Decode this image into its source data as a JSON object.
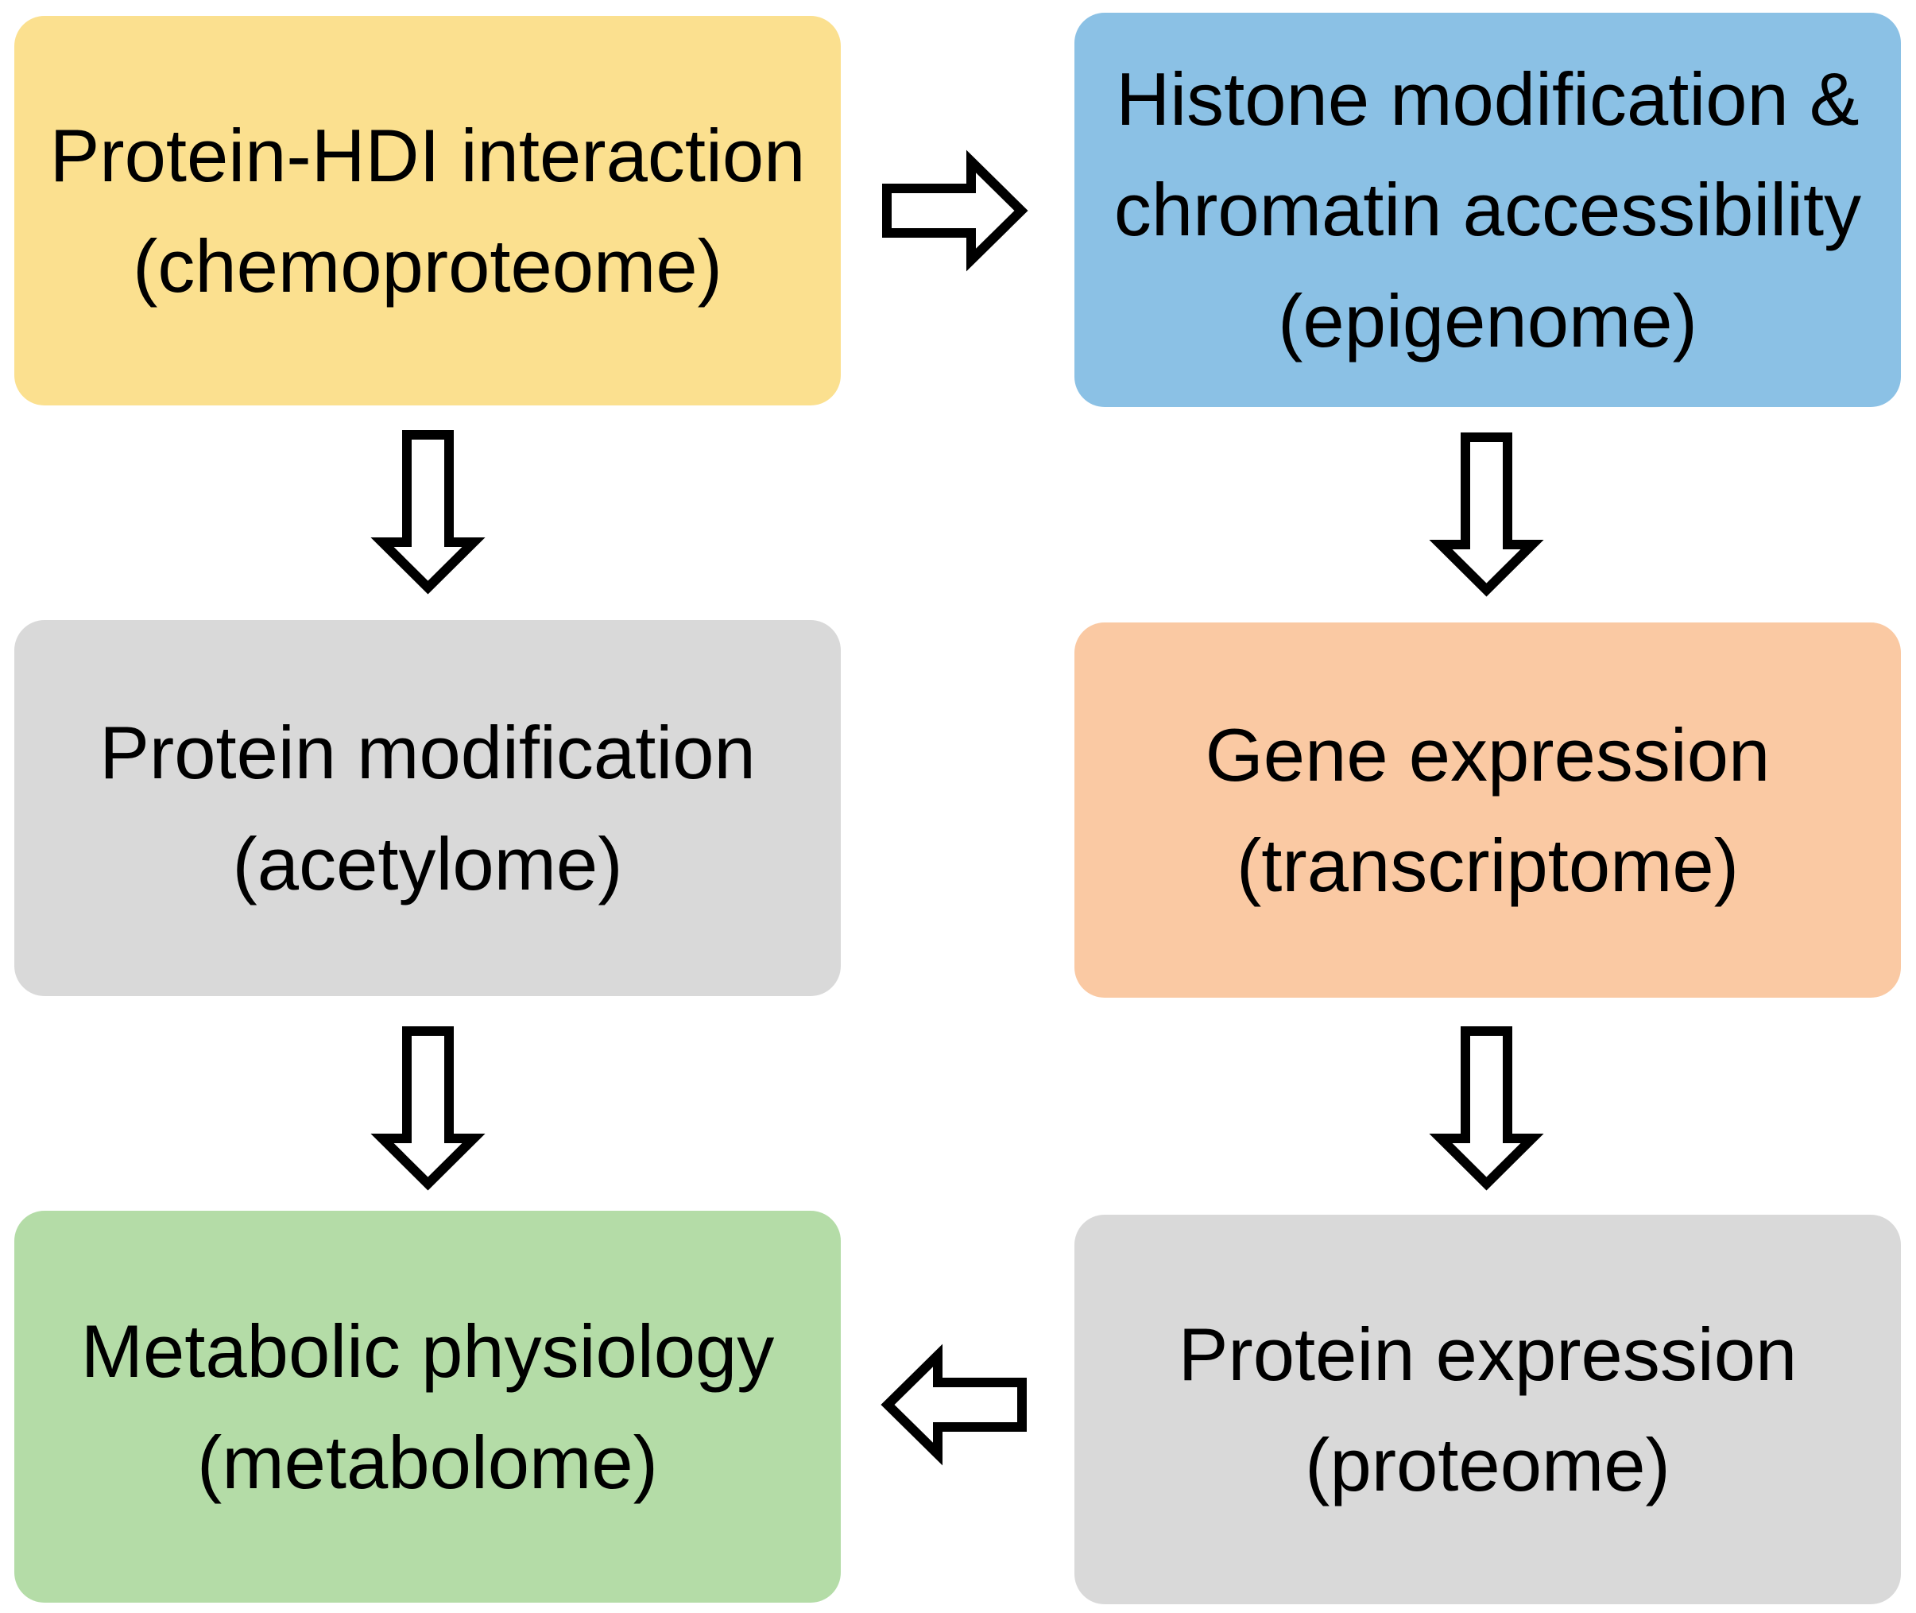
{
  "figure": {
    "type": "flow-diagram",
    "background_color": "#FFFFFF",
    "text_color": "#000000",
    "arrow_fill": "#FFFFFF",
    "arrow_stroke": "#000000"
  },
  "boxes": [
    {
      "id": "chemoproteome",
      "color": "#FBE08F",
      "lines": [
        "Protein-HDI interaction",
        "(chemoproteome)"
      ]
    },
    {
      "id": "epigenome",
      "color": "#8BC1E5",
      "lines": [
        "Histone modification &",
        "chromatin accessibility",
        "(epigenome)"
      ]
    },
    {
      "id": "acetylome",
      "color": "#D9D9D9",
      "lines": [
        "Protein modification",
        "(acetylome)"
      ]
    },
    {
      "id": "transcriptome",
      "color": "#FAC9A3",
      "lines": [
        "Gene expression",
        "(transcriptome)"
      ]
    },
    {
      "id": "metabolome",
      "color": "#B4DCA7",
      "lines": [
        "Metabolic physiology",
        "(metabolome)"
      ]
    },
    {
      "id": "proteome",
      "color": "#D9D9D9",
      "lines": [
        "Protein expression",
        "(proteome)"
      ]
    }
  ],
  "arrows": [
    {
      "id": "chemoproteome-to-epigenome",
      "from": "chemoproteome",
      "to": "epigenome",
      "direction": "right"
    },
    {
      "id": "chemoproteome-to-acetylome",
      "from": "chemoproteome",
      "to": "acetylome",
      "direction": "down"
    },
    {
      "id": "epigenome-to-transcriptome",
      "from": "epigenome",
      "to": "transcriptome",
      "direction": "down"
    },
    {
      "id": "acetylome-to-metabolome",
      "from": "acetylome",
      "to": "metabolome",
      "direction": "down"
    },
    {
      "id": "transcriptome-to-proteome",
      "from": "transcriptome",
      "to": "proteome",
      "direction": "down"
    },
    {
      "id": "proteome-to-metabolome",
      "from": "proteome",
      "to": "metabolome",
      "direction": "left"
    }
  ]
}
